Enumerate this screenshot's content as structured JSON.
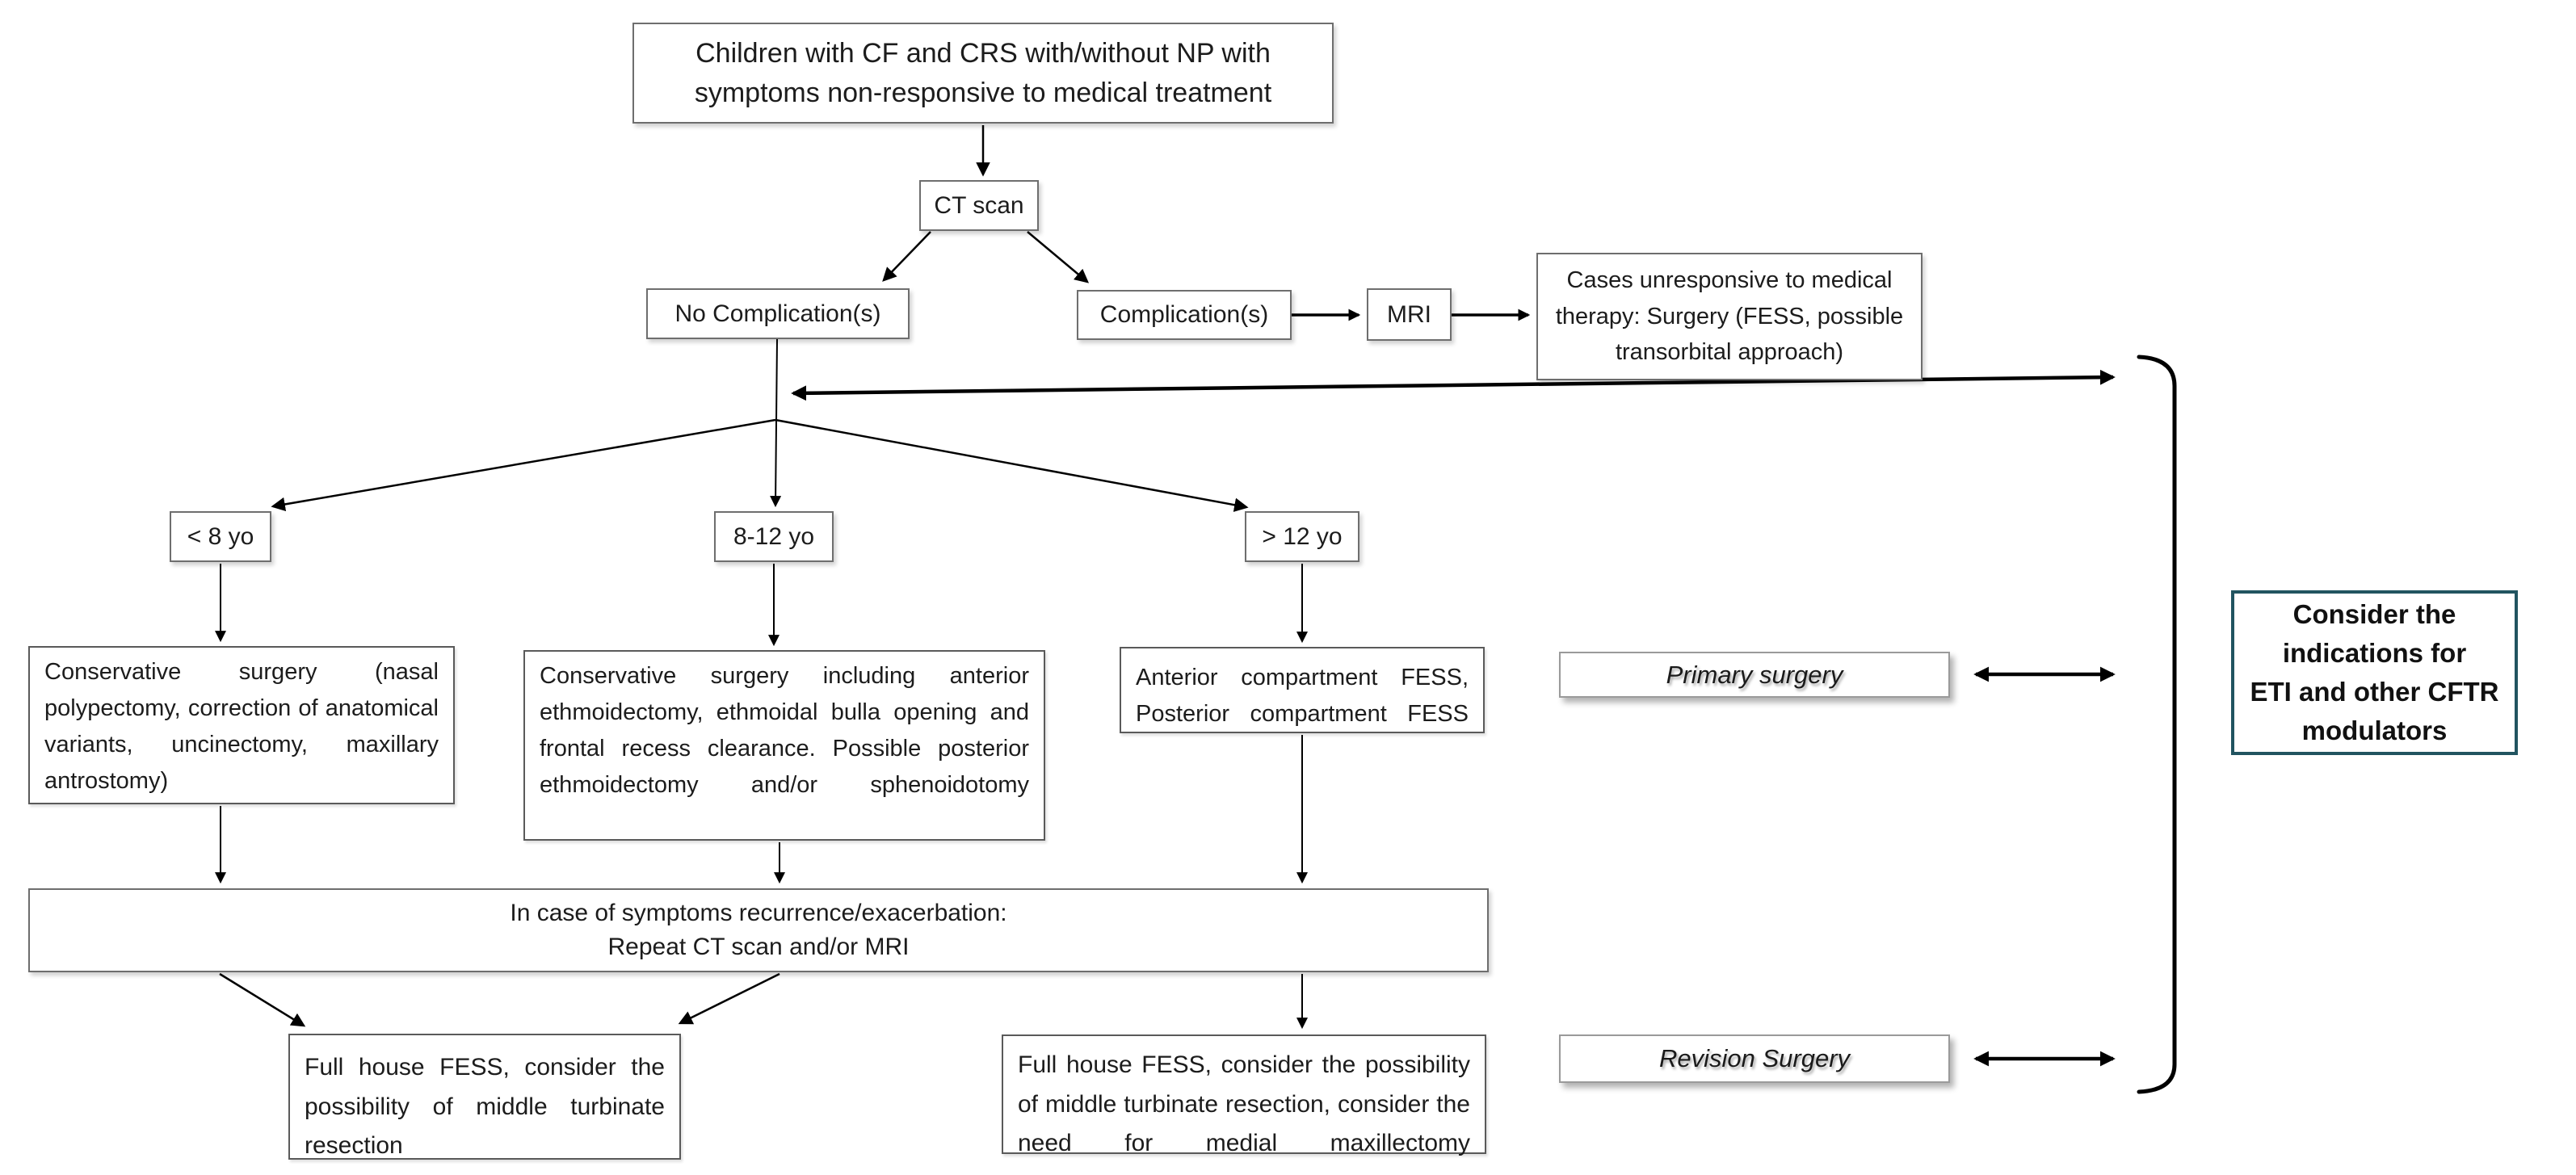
{
  "nodes": {
    "start": {
      "lines": [
        "Children with CF and CRS with/without NP with",
        "symptoms non-responsive to medical treatment"
      ]
    },
    "ct_scan": {
      "label": "CT scan"
    },
    "no_complications": {
      "label": "No Complication(s)"
    },
    "complications": {
      "label": "Complication(s)"
    },
    "mri": {
      "label": "MRI"
    },
    "unresponsive": {
      "lines": [
        "Cases unresponsive to medical",
        "therapy: Surgery (FESS, possible",
        "transorbital approach)"
      ]
    },
    "age_under_8": {
      "label": "< 8 yo"
    },
    "age_8_12": {
      "label": "8-12 yo"
    },
    "age_over_12": {
      "label": "> 12 yo"
    },
    "treatment_under_8": {
      "text": "Conservative surgery (nasal polypectomy, correction of anatomical variants, uncinectomy, maxillary antrostomy)"
    },
    "treatment_8_12": {
      "text": "Conservative surgery including anterior ethmoidectomy, ethmoidal bulla opening and frontal recess clearance. Possible posterior ethmoidectomy and/or sphenoidotomy"
    },
    "treatment_over_12": {
      "text": "Anterior compartment FESS, Posterior compartment FESS"
    },
    "primary_surgery": {
      "label": "Primary surgery"
    },
    "recurrence": {
      "lines": [
        "In case of symptoms recurrence/exacerbation:",
        "Repeat CT scan and/or MRI"
      ]
    },
    "full_house_left": {
      "text": "Full house FESS, consider the possibility of middle turbinate resection"
    },
    "full_house_right": {
      "text": "Full house FESS, consider the possibility of middle turbinate resection, consider the need for medial maxillectomy"
    },
    "revision_surgery": {
      "label": "Revision Surgery"
    },
    "consider_cftr": {
      "lines": [
        "Consider the",
        "indications for",
        "ETI and other CFTR",
        "modulators"
      ]
    }
  },
  "colors": {
    "consider_border": "#215460",
    "box_border": "#6e6e6e",
    "arrow": "#000000"
  }
}
